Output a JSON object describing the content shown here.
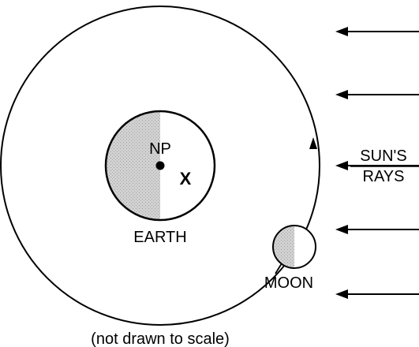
{
  "diagram": {
    "labels": {
      "north_pole": "NP",
      "point_x": "X",
      "earth": "EARTH",
      "moon": "MOON",
      "suns_rays_line1": "SUN'S",
      "suns_rays_line2": "RAYS",
      "scale_note": "(not drawn to scale)"
    },
    "icons": {
      "sun_ray_arrow": "left-arrow-icon",
      "orbit_direction": "counterclockwise-arrowhead-icon"
    },
    "colors": {
      "night_side_shading": "#c8c8c8",
      "lines": "#000000",
      "background": "#ffffff"
    }
  }
}
